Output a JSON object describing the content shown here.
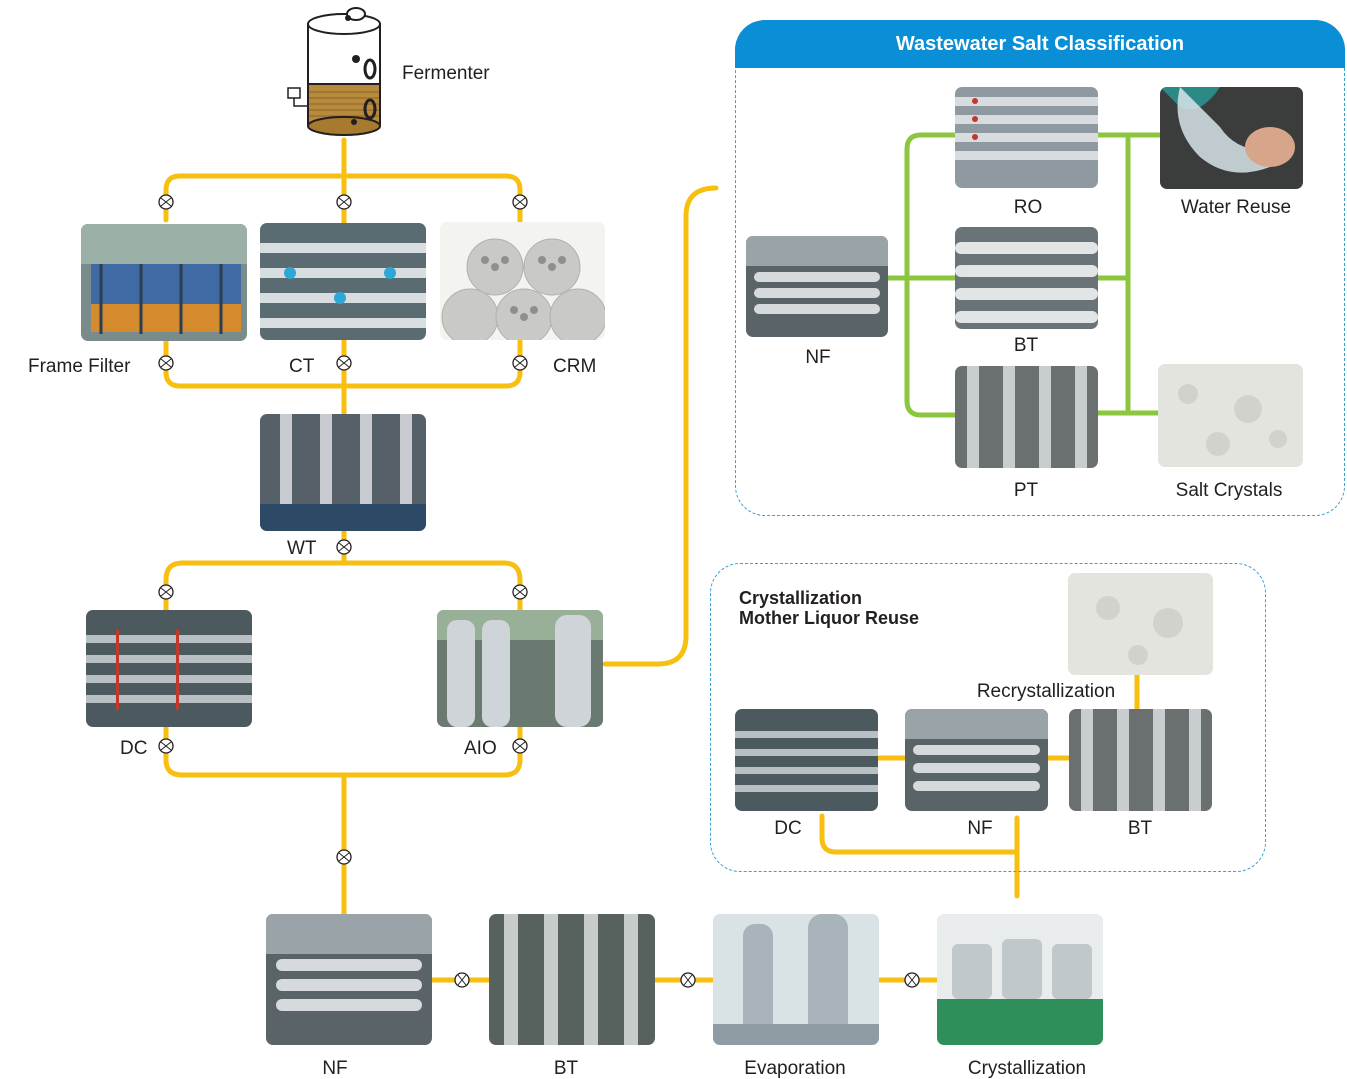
{
  "colors": {
    "main_pipe": "#f7bf0f",
    "classification_pipe": "#8cc63f",
    "panel_accent": "#0a8fd6",
    "panel_border": "#3aa0d4"
  },
  "labels": {
    "fermenter": "Fermenter",
    "frame_filter": "Frame Filter",
    "ct": "CT",
    "crm": "CRM",
    "wt": "WT",
    "dc": "DC",
    "aio": "AIO",
    "nf_bottom": "NF",
    "bt_bottom": "BT",
    "evaporation": "Evaporation",
    "crystallization": "Crystallization"
  },
  "wastewater_panel": {
    "title": "Wastewater Salt Classification",
    "nf": "NF",
    "ro": "RO",
    "bt": "BT",
    "pt": "PT",
    "water_reuse": "Water Reuse",
    "salt_crystals": "Salt Crystals"
  },
  "crystallization_panel": {
    "title_line1": "Crystallization",
    "title_line2": "Mother Liquor Reuse",
    "recrystallization": "Recrystallization",
    "dc": "DC",
    "nf": "NF",
    "bt": "BT"
  }
}
